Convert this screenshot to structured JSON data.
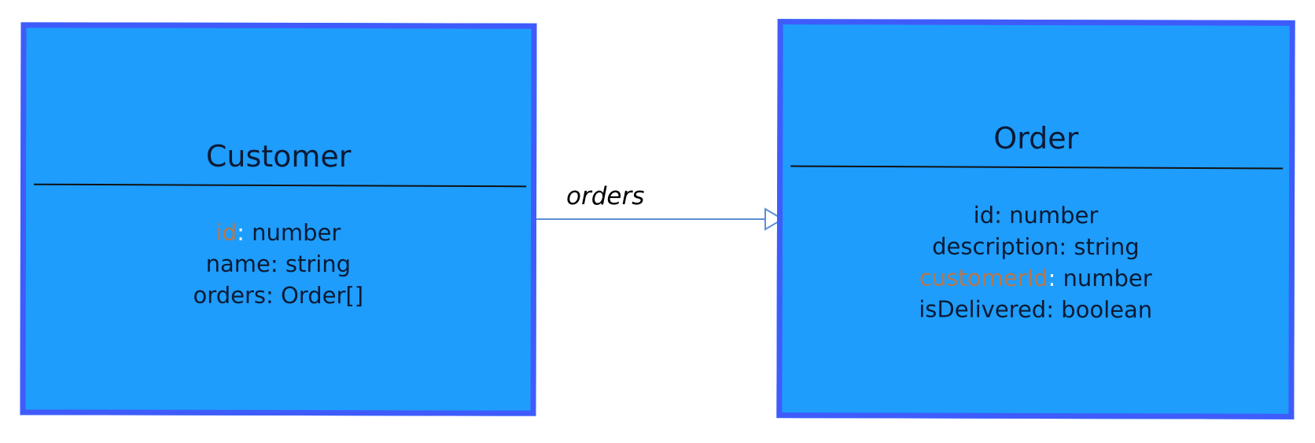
{
  "colors": {
    "box_fill": "#1e9dfd",
    "box_border": "#3f5cfb",
    "key_attribute": "#b8774a",
    "relation_line": "#5b8fd6"
  },
  "classes": {
    "customer": {
      "name": "Customer",
      "attributes": [
        {
          "key": "id",
          "sep": ":",
          "rest": " number"
        },
        {
          "text": "name: string"
        },
        {
          "text": "orders: Order[]"
        }
      ]
    },
    "order": {
      "name": "Order",
      "attributes": [
        {
          "text": "id: number"
        },
        {
          "text": "description: string"
        },
        {
          "key": "customerId",
          "sep": ":",
          "rest": " number"
        },
        {
          "text": "isDelivered: boolean"
        }
      ]
    }
  },
  "relation": {
    "label": "orders",
    "from": "Customer",
    "to": "Order",
    "arrowhead": "hollow-triangle"
  }
}
